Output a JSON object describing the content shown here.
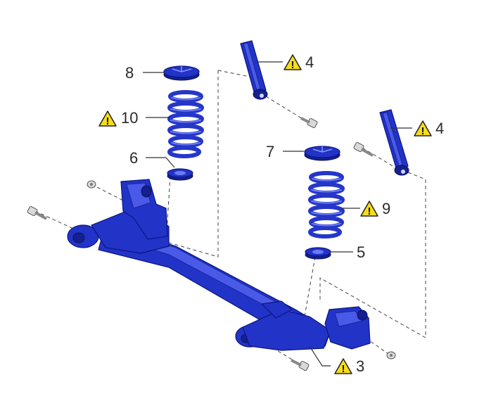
{
  "callouts": {
    "c3": "3",
    "c4a": "4",
    "c4b": "4",
    "c5": "5",
    "c6": "6",
    "c7": "7",
    "c8": "8",
    "c9": "9",
    "c10": "10"
  },
  "warning_glyph": "!",
  "colors": {
    "part_blue": "#2233c8",
    "warning_yellow": "#f6dd1c",
    "bolt_grey": "#d9d9d9"
  }
}
